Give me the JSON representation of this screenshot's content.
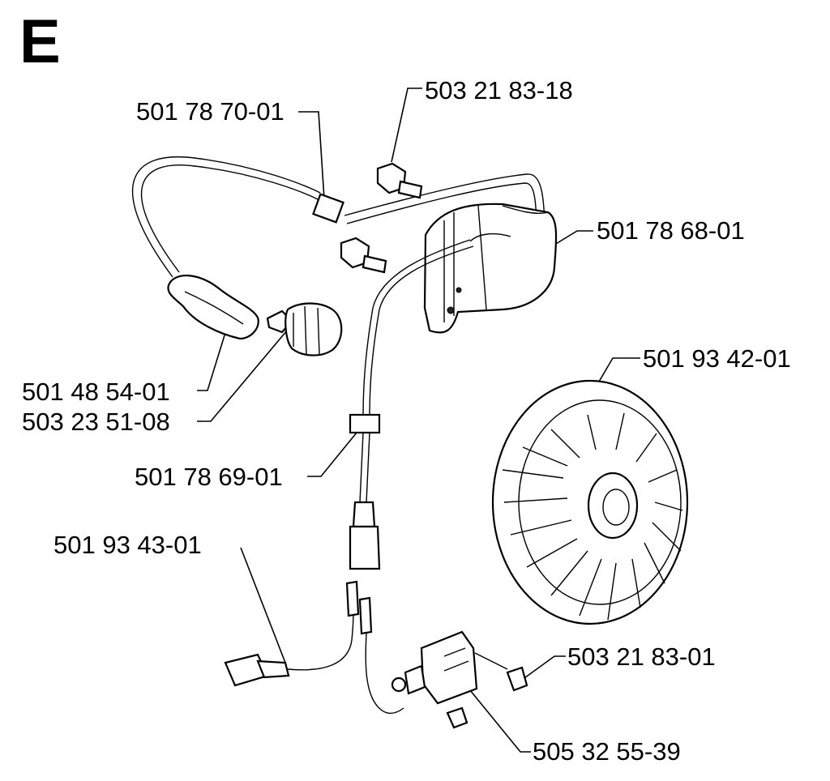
{
  "section": "E",
  "parts": {
    "ignition_module": "501 78 68-01",
    "bolt_top": "503 21 83-18",
    "hose_clip": "501 78 70-01",
    "spark_plug_cap": "501 48 54-01",
    "spark_plug": "503 23 51-08",
    "cable_clamp": "501 78 69-01",
    "flywheel": "501 93 42-01",
    "short_circuit_cable": "501 93 43-01",
    "screw_bottom": "503 21 83-01",
    "switch_module": "505 32 55-39"
  }
}
